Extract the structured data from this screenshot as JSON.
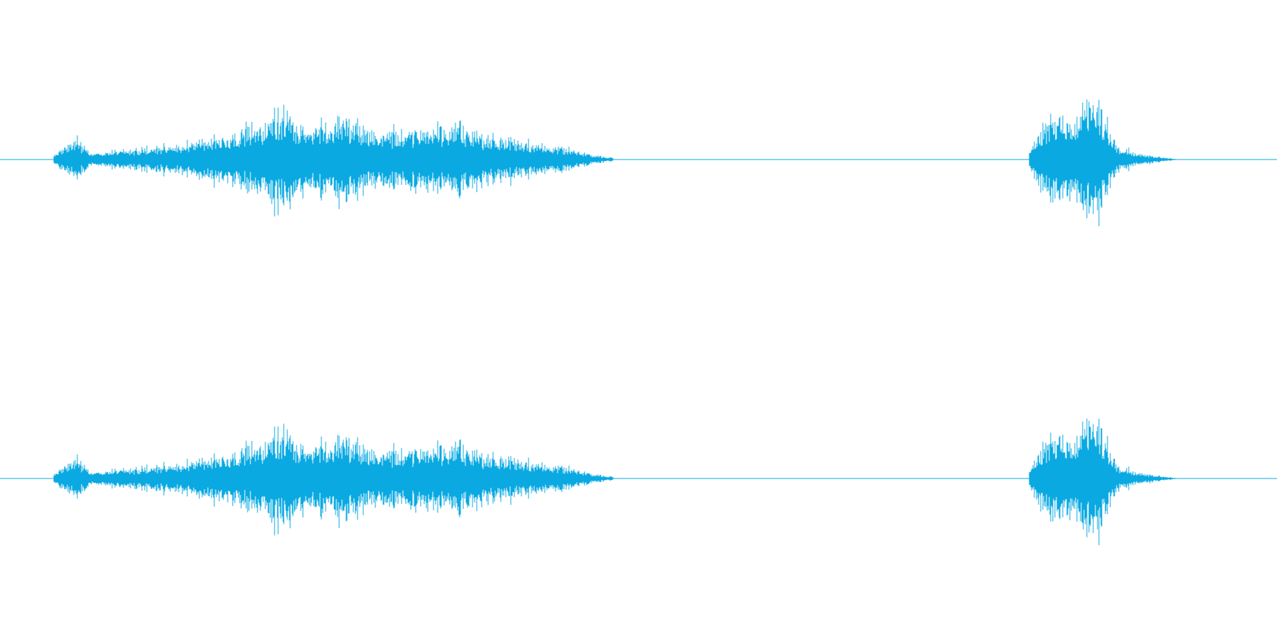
{
  "chart_data": {
    "type": "waveform",
    "channels": 2,
    "color": "#0aa9e2",
    "background": "#ffffff",
    "grid": false,
    "axes_visible": false,
    "amplitude_range": [
      -1,
      1
    ],
    "time_range": [
      0,
      1
    ],
    "series": [
      {
        "segments": [
          {
            "start": 0.042,
            "end": 0.48,
            "peak": 0.33,
            "envelope": [
              [
                0.042,
                0.04
              ],
              [
                0.059,
                0.14
              ],
              [
                0.07,
                0.05
              ],
              [
                0.1,
                0.06
              ],
              [
                0.14,
                0.1
              ],
              [
                0.17,
                0.16
              ],
              [
                0.2,
                0.22
              ],
              [
                0.215,
                0.33
              ],
              [
                0.24,
                0.24
              ],
              [
                0.27,
                0.28
              ],
              [
                0.29,
                0.2
              ],
              [
                0.32,
                0.18
              ],
              [
                0.34,
                0.22
              ],
              [
                0.36,
                0.24
              ],
              [
                0.38,
                0.16
              ],
              [
                0.4,
                0.14
              ],
              [
                0.43,
                0.1
              ],
              [
                0.46,
                0.04
              ],
              [
                0.48,
                0.01
              ]
            ]
          },
          {
            "start": 0.806,
            "end": 0.92,
            "peak": 0.45,
            "envelope": [
              [
                0.806,
                0.06
              ],
              [
                0.815,
                0.22
              ],
              [
                0.83,
                0.28
              ],
              [
                0.845,
                0.3
              ],
              [
                0.857,
                0.45
              ],
              [
                0.868,
                0.22
              ],
              [
                0.875,
                0.1
              ],
              [
                0.89,
                0.04
              ],
              [
                0.92,
                0.005
              ]
            ]
          }
        ]
      },
      {
        "segments": [
          {
            "start": 0.042,
            "end": 0.48,
            "peak": 0.33,
            "envelope": [
              [
                0.042,
                0.04
              ],
              [
                0.059,
                0.14
              ],
              [
                0.07,
                0.05
              ],
              [
                0.1,
                0.06
              ],
              [
                0.14,
                0.1
              ],
              [
                0.17,
                0.16
              ],
              [
                0.2,
                0.22
              ],
              [
                0.215,
                0.33
              ],
              [
                0.24,
                0.24
              ],
              [
                0.27,
                0.28
              ],
              [
                0.29,
                0.2
              ],
              [
                0.32,
                0.18
              ],
              [
                0.34,
                0.22
              ],
              [
                0.36,
                0.24
              ],
              [
                0.38,
                0.16
              ],
              [
                0.4,
                0.14
              ],
              [
                0.43,
                0.1
              ],
              [
                0.46,
                0.04
              ],
              [
                0.48,
                0.01
              ]
            ]
          },
          {
            "start": 0.806,
            "end": 0.92,
            "peak": 0.45,
            "envelope": [
              [
                0.806,
                0.06
              ],
              [
                0.815,
                0.22
              ],
              [
                0.83,
                0.28
              ],
              [
                0.845,
                0.3
              ],
              [
                0.857,
                0.45
              ],
              [
                0.868,
                0.22
              ],
              [
                0.875,
                0.1
              ],
              [
                0.89,
                0.04
              ],
              [
                0.92,
                0.005
              ]
            ]
          }
        ]
      }
    ]
  }
}
